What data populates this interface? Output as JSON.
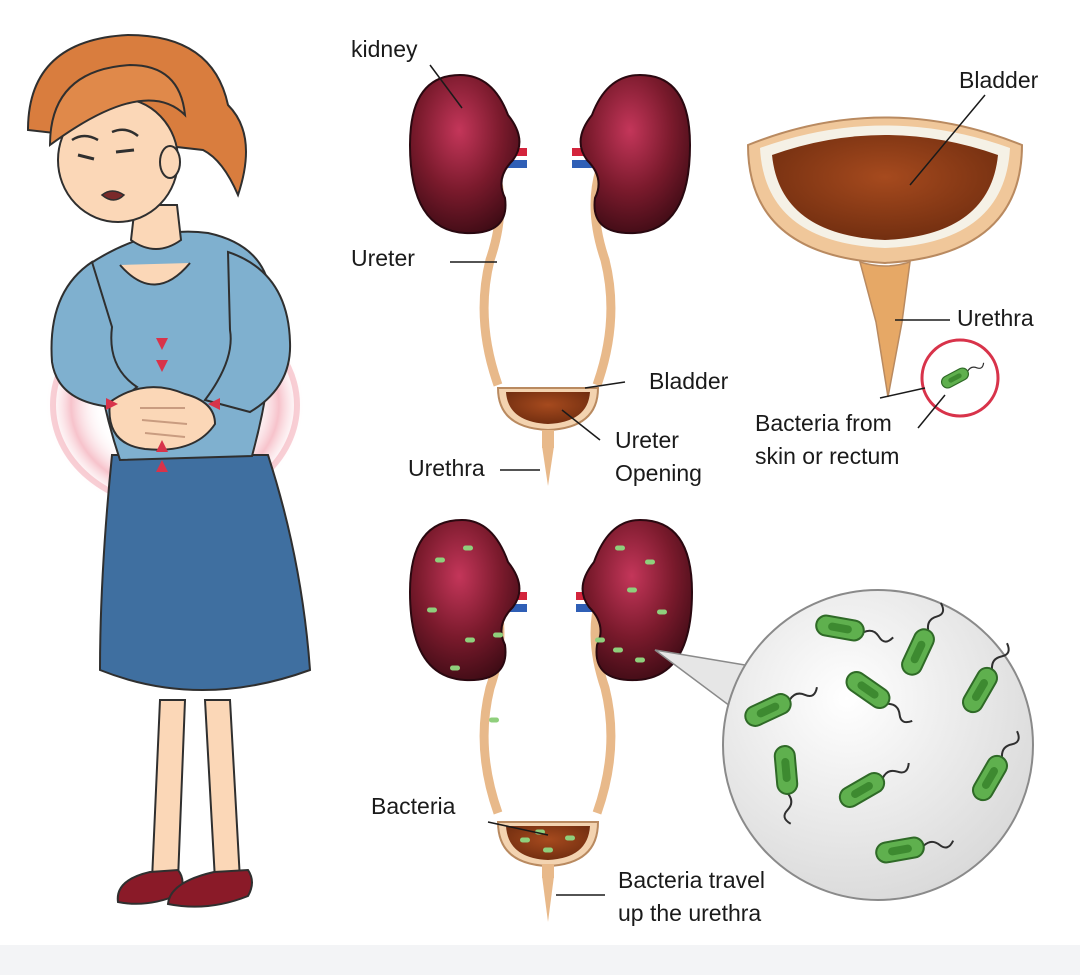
{
  "labels": {
    "kidney": "kidney",
    "ureter": "Ureter",
    "bladder_small": "Bladder",
    "ureter_opening": [
      "Ureter",
      "Opening"
    ],
    "urethra_small": "Urethra",
    "bladder_large": "Bladder",
    "urethra_large": "Urethra",
    "bacteria_source": [
      "Bacteria from",
      "skin or rectum"
    ],
    "bacteria": "Bacteria",
    "bacteria_travel": [
      "Bacteria travel",
      "up the urethra"
    ]
  },
  "colors": {
    "kidney": "#7a1a2c",
    "ureter": "#e8b98a",
    "urine": "#8a3a16",
    "bacteria": "#5fb04e",
    "highlight": "#d8334a",
    "dress": "#3f6fa0",
    "shirt": "#7fb0cf",
    "hair": "#d97d3e"
  },
  "icons": {
    "woman": "woman-abdominal-pain-illustration",
    "kidney": "kidney-icon",
    "bacterium": "bacterium-icon"
  }
}
